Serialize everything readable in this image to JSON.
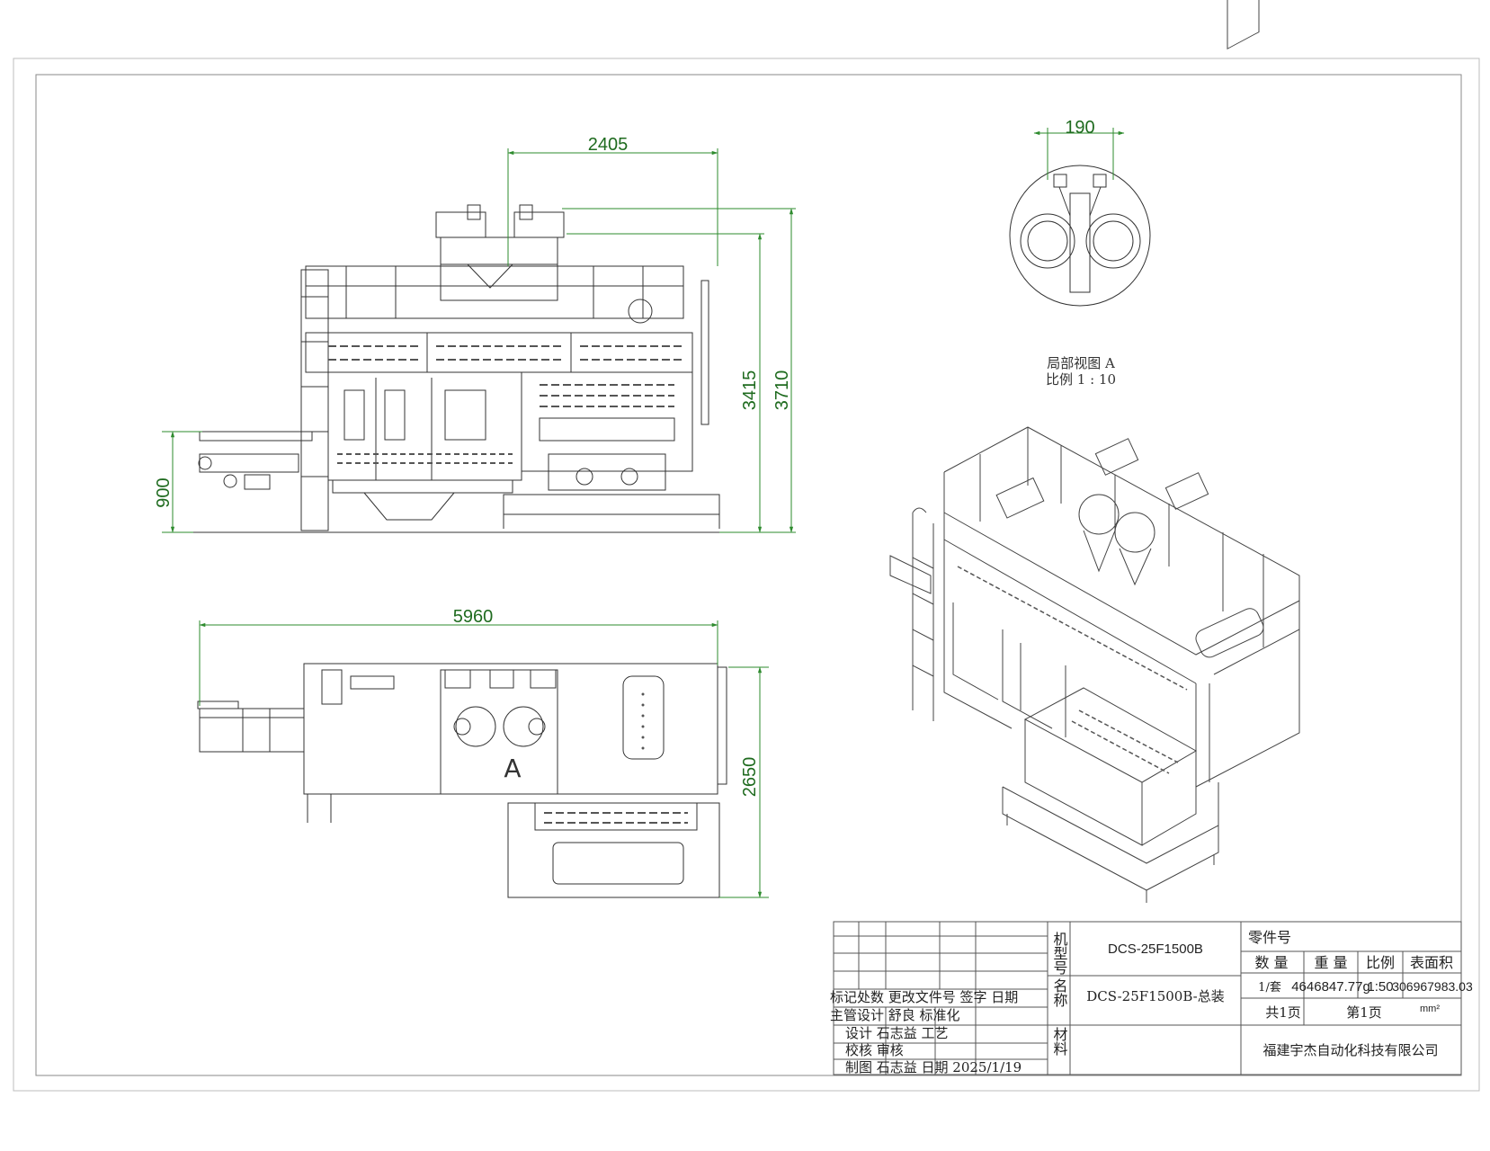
{
  "dimensions": {
    "front_top_width": "2405",
    "front_height_inner": "3415",
    "front_height_total": "3710",
    "front_conveyor_height": "900",
    "top_view_length": "5960",
    "top_view_depth": "2650",
    "detail_width": "190"
  },
  "detail_view": {
    "callout": "A",
    "caption_line1": "局部视图 A",
    "caption_line2": "比例 1 : 10"
  },
  "title_block": {
    "model_label": "机型号",
    "model_value": "DCS-25F1500B",
    "name_label": "名称",
    "name_value": "DCS-25F1500B-总装",
    "material_label": "材料",
    "part_no_label": "零件号",
    "qty_header": "数 量",
    "weight_header": "重 量",
    "scale_header": "比例",
    "area_header": "表面积",
    "qty_value": "1/套",
    "weight_value": "4646847.77g",
    "scale_value": "1:50",
    "area_value": "306967983.03",
    "area_unit": "mm²",
    "total_pages": "共1页",
    "page_no": "第1页",
    "revision_header": "标记处数 更改文件号 签字 日期",
    "row_manager": "主管设计 舒良 标准化",
    "row_design": "设计 石志益 工艺",
    "row_check": "校核 审核",
    "row_draw": "制图 石志益 日期 2025/1/19",
    "company": "福建宇杰自动化科技有限公司"
  }
}
